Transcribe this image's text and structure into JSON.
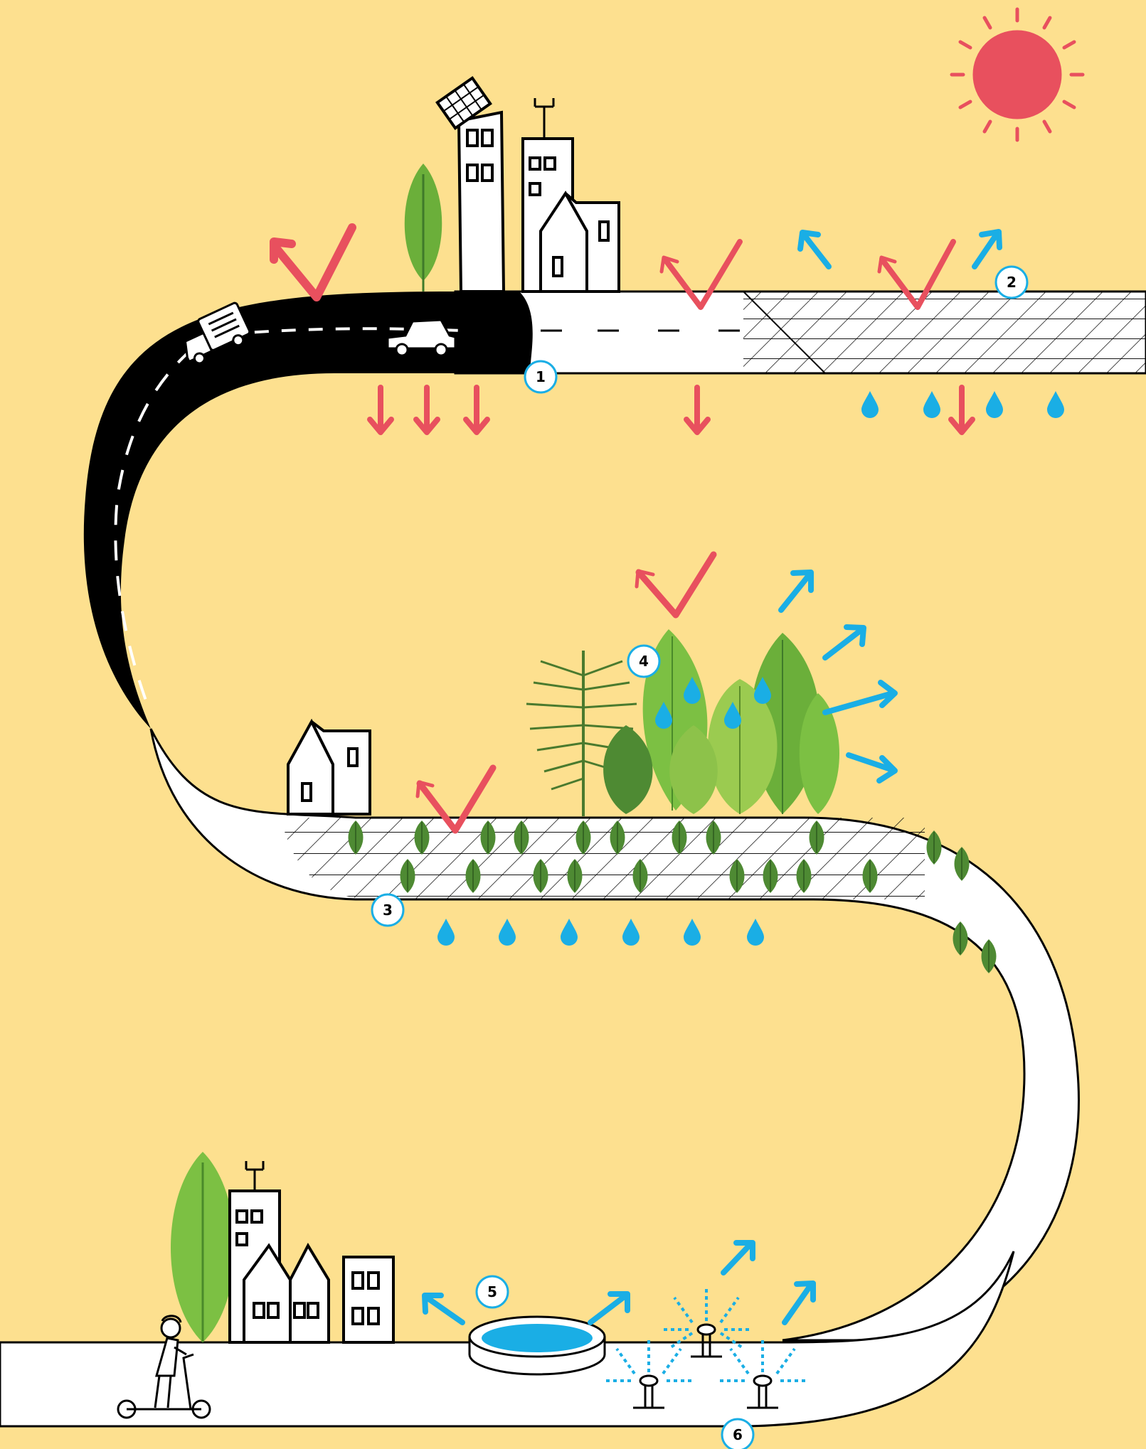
{
  "colors": {
    "background": "#FDE08F",
    "sun": "#E8505E",
    "heat_arrow": "#E8505E",
    "vapor_arrow": "#1AAEE5",
    "water_drop": "#1AAEE5",
    "asphalt": "#000000",
    "leaf": "#6BAF3A",
    "leaf_dark": "#3F7A2A"
  },
  "markers": [
    {
      "id": "1",
      "label": "1"
    },
    {
      "id": "2",
      "label": "2"
    },
    {
      "id": "3",
      "label": "3"
    },
    {
      "id": "4",
      "label": "4"
    },
    {
      "id": "5",
      "label": "5"
    },
    {
      "id": "6",
      "label": "6"
    }
  ],
  "icons": [
    "sun-icon",
    "building-icon",
    "solar-panel-icon",
    "house-icon",
    "tree-icon",
    "truck-icon",
    "car-icon",
    "water-drop-icon",
    "heat-arrow-icon",
    "vapor-arrow-icon",
    "pool-icon",
    "sprinkler-icon",
    "scooter-person-icon"
  ]
}
